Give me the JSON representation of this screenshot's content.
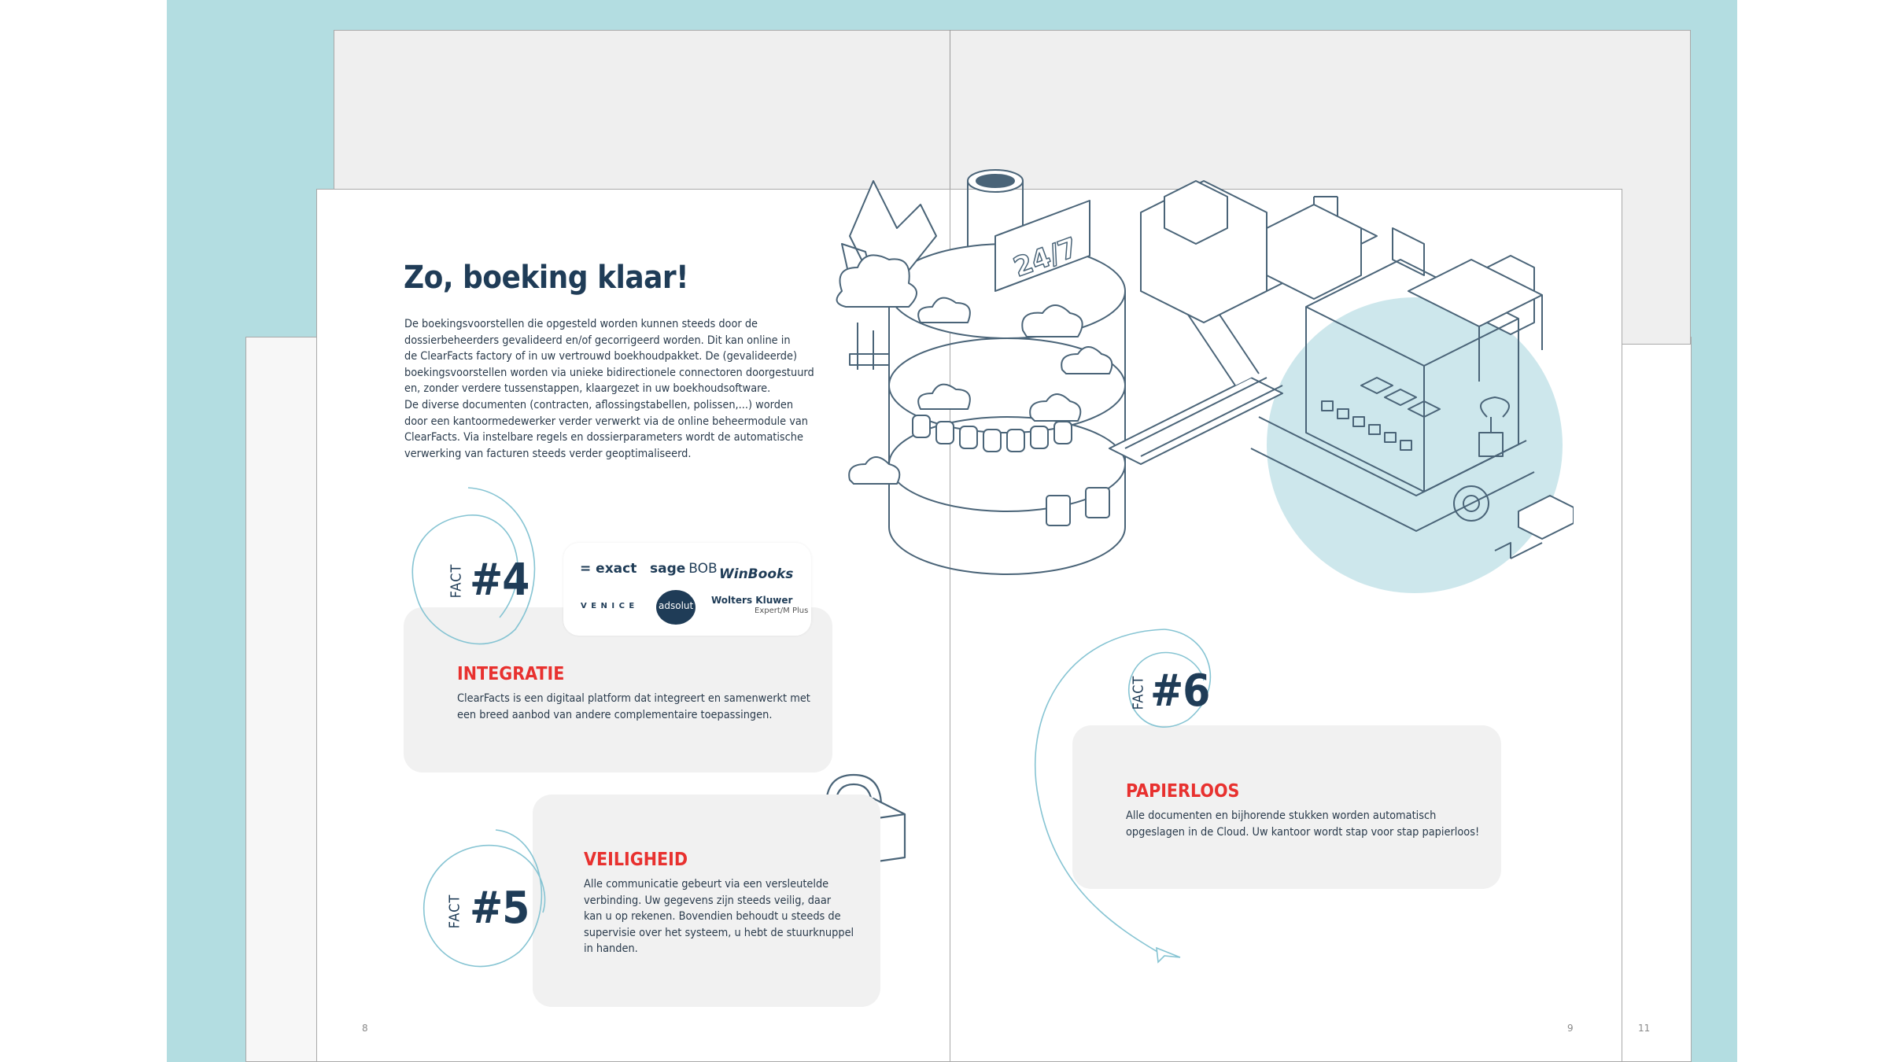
{
  "spread": {
    "title": "Zo, boeking klaar!",
    "intro": "De boekingsvoorstellen die opgesteld worden kunnen steeds door de\ndossierbeheerders gevalideerd en/of gecorrigeerd worden. Dit kan online in\nde ClearFacts factory of in uw vertrouwd boekhoudpakket. De (gevalideerde)\nboekingsvoorstellen worden via unieke bidirectionele connectoren doorgestuurd\nen, zonder verdere tussenstappen, klaargezet in uw boekhoudsoftware.\nDe diverse documenten (contracten, aflossingstabellen, polissen,...) worden\ndoor een kantoormedewerker verder verwerkt via de online beheermodule van\nClearFacts. Via instelbare regels en dossierparameters wordt de automatische\nverwerking van facturen steeds verder geoptimaliseerd.",
    "illustration_sign": "24/7"
  },
  "facts": [
    {
      "word": "FACT",
      "number": "#4",
      "title": "INTEGRATIE",
      "body": "ClearFacts is een digitaal platform dat integreert en samenwerkt met\neen breed aanbod van andere complementaire toepassingen."
    },
    {
      "word": "FACT",
      "number": "#5",
      "title": "VEILIGHEID",
      "body": "Alle communicatie gebeurt via een versleutelde\nverbinding. Uw gegevens zijn steeds veilig, daar\nkan u op rekenen. Bovendien behoudt u steeds de\nsupervisie over het systeem, u hebt de stuurknuppel\nin handen."
    },
    {
      "word": "FACT",
      "number": "#6",
      "title": "PAPIERLOOS",
      "body": "Alle documenten en bijhorende stukken worden automatisch\nopgeslagen in de Cloud. Uw kantoor wordt stap voor stap papierloos!"
    }
  ],
  "logos": {
    "exact": "= exact",
    "sage": "sage",
    "bob": "BOB",
    "winbooks": "WinBooks",
    "venice": "V E N I C E",
    "adsolut": "adsolut",
    "wk_line1": "Wolters Kluwer",
    "wk_line2": "Expert/M Plus"
  },
  "page_numbers": {
    "left": "8",
    "right": "9",
    "back": "11"
  },
  "colors": {
    "background_teal": "#b3dde1",
    "navy": "#1f3c57",
    "accent_red": "#e8312f",
    "card_grey": "#f1f1f1",
    "back_page_grey": "#efefef",
    "sketch_line": "#4a6478",
    "circle_teal": "#cde7ec"
  }
}
